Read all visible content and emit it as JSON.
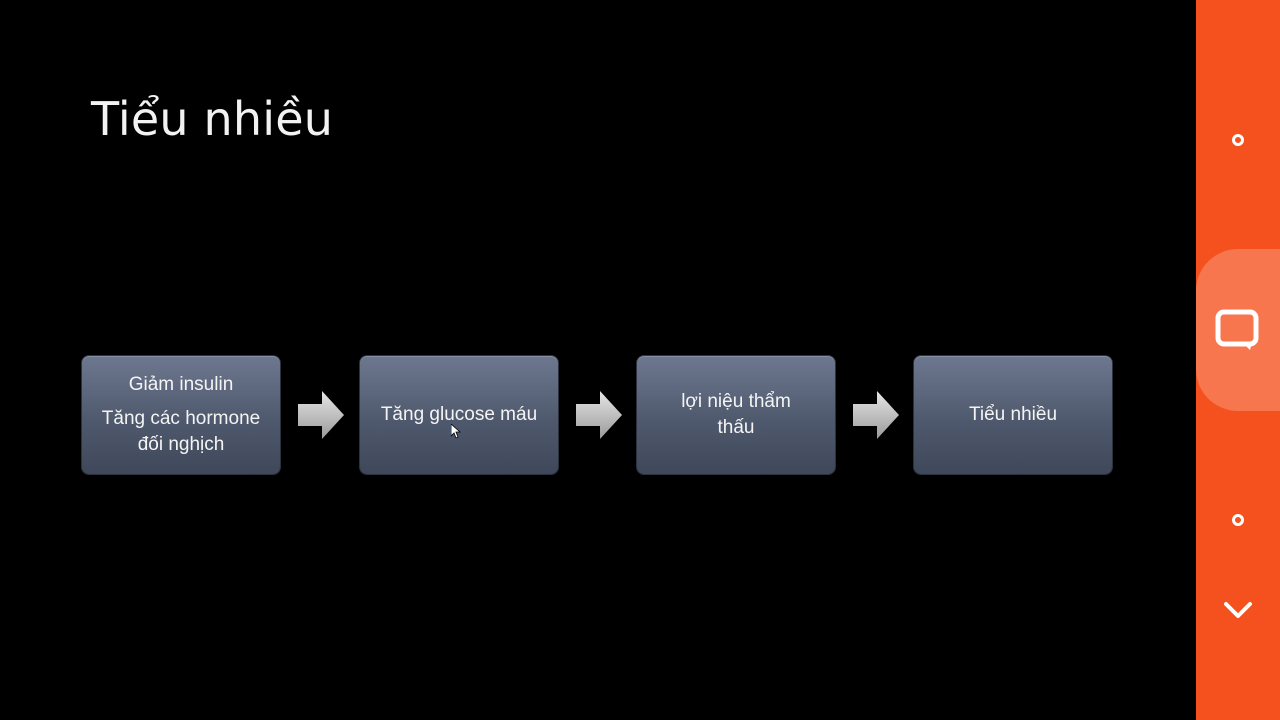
{
  "slide": {
    "title": "Tiểu nhiều"
  },
  "flow": {
    "step1": {
      "line1": "Giảm insulin",
      "line2": "Tăng các hormone",
      "line3": "đối nghịch"
    },
    "step2": {
      "line1": "Tăng glucose máu"
    },
    "step3": {
      "line1": "lợi niệu thẩm",
      "line2": "thấu"
    },
    "step4": {
      "line1": "Tiểu nhiều"
    }
  },
  "colors": {
    "sidebar": "#f4511e",
    "sidebar_highlight": "#f8764d",
    "box_top": "#6d7890",
    "box_bottom": "#3f485a"
  },
  "sidebar": {
    "icons": [
      "circle-icon",
      "chat-bubble-icon",
      "circle-icon",
      "chevron-down-icon"
    ]
  }
}
